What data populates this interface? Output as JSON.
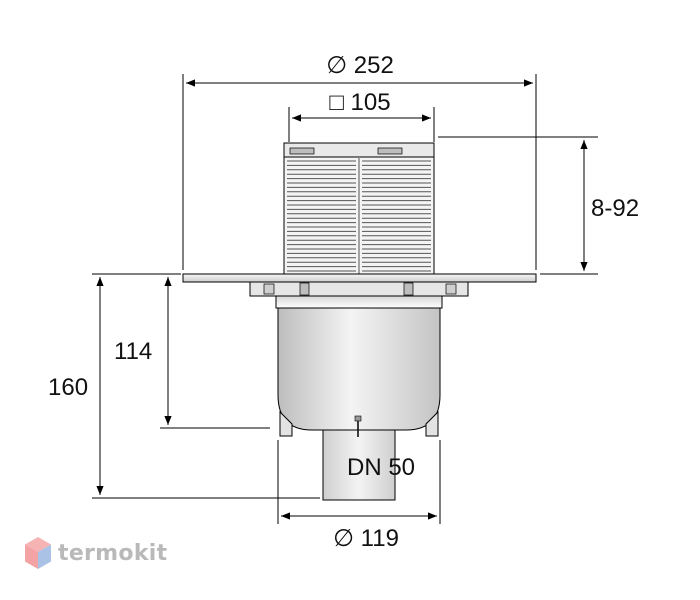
{
  "dimensions": {
    "flange_diameter": "∅ 252",
    "grate_square": "□ 105",
    "height_adjust": "8-92",
    "body_height": "114",
    "total_height": "160",
    "outlet_label": "DN 50",
    "body_diameter": "∅ 119"
  },
  "brand": {
    "name": "termokit",
    "logo": "hexagon-logo"
  },
  "colors": {
    "line": "#000000",
    "metal_light": "#f2f2f2",
    "metal_mid": "#bdbdbd",
    "brand_red": "#f3a3a3",
    "brand_blue": "#a9c2e6",
    "brand_text": "#b9b9b9"
  }
}
